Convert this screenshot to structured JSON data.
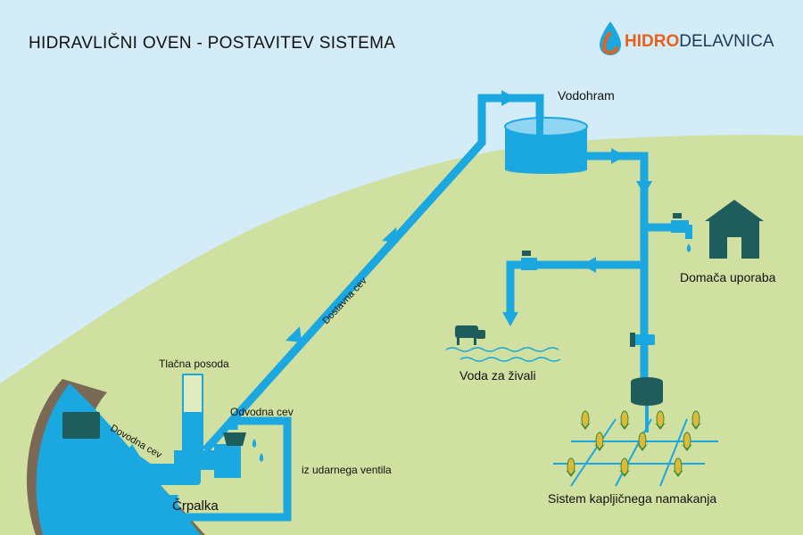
{
  "title": "HIDRAVLIČNI OVEN - POSTAVITEV SISTEMA",
  "logo": {
    "part1": "HIDRO",
    "part2": "DELAVNICA"
  },
  "labels": {
    "vodohram": "Vodohram",
    "dostavna_cev": "Dostavna cev",
    "tlacna_posoda": "Tlačna posoda",
    "odvodna_cev": "Odvodna cev",
    "dovodna_cev": "Dovodna cev",
    "crpalka": "Črpalka",
    "iz_udarnega_ventila": "iz udarnega ventila",
    "domaca_uporaba": "Domača uporaba",
    "voda_za_zivali": "Voda za živali",
    "namakanje": "Sistem kapljičnega namakanja"
  },
  "colors": {
    "sky": "#d4ecf7",
    "hill": "#cfe0a0",
    "pipe": "#1ba7e0",
    "river": "#1ba7e0",
    "bank": "#7a6a55",
    "dark": "#1f5c5c",
    "plant": "#3a8a3a",
    "corn": "#e0b838"
  }
}
